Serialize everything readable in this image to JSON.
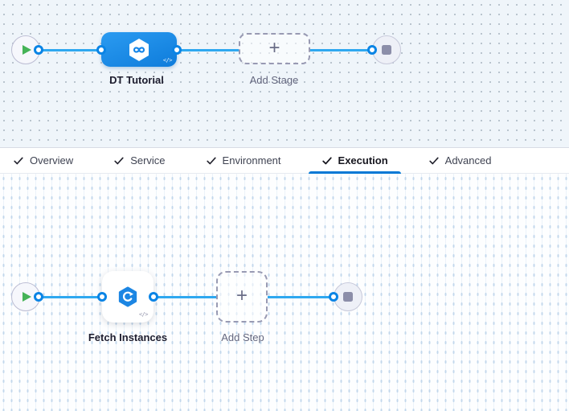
{
  "stage_graph": {
    "stage": {
      "label": "DT Tutorial",
      "code_toggle_glyph": "</>",
      "icon": "hexagon-infinity-icon"
    },
    "add_stage": {
      "label": "Add Stage",
      "plus_glyph": "+"
    },
    "start_icon": "play-triangle",
    "end_icon": "stop-square"
  },
  "tabs": [
    {
      "label": "Overview",
      "checked": true,
      "active": false
    },
    {
      "label": "Service",
      "checked": true,
      "active": false
    },
    {
      "label": "Environment",
      "checked": true,
      "active": false
    },
    {
      "label": "Execution",
      "checked": true,
      "active": true
    },
    {
      "label": "Advanced",
      "checked": true,
      "active": false
    }
  ],
  "execution_graph": {
    "step": {
      "label": "Fetch Instances",
      "code_toggle_glyph": "</>",
      "icon": "hexagon-refresh-icon"
    },
    "add_step": {
      "label": "Add Step",
      "plus_glyph": "+"
    },
    "start_icon": "play-triangle",
    "end_icon": "stop-square"
  },
  "colors": {
    "accent_blue": "#0278d5",
    "flow_line_blue": "#2fa8f0",
    "stage_node_blue": "#1787e8",
    "play_green": "#45b357",
    "canvas_top_bg": "#eff5fa",
    "canvas_bottom_bg": "#fdfeff"
  }
}
